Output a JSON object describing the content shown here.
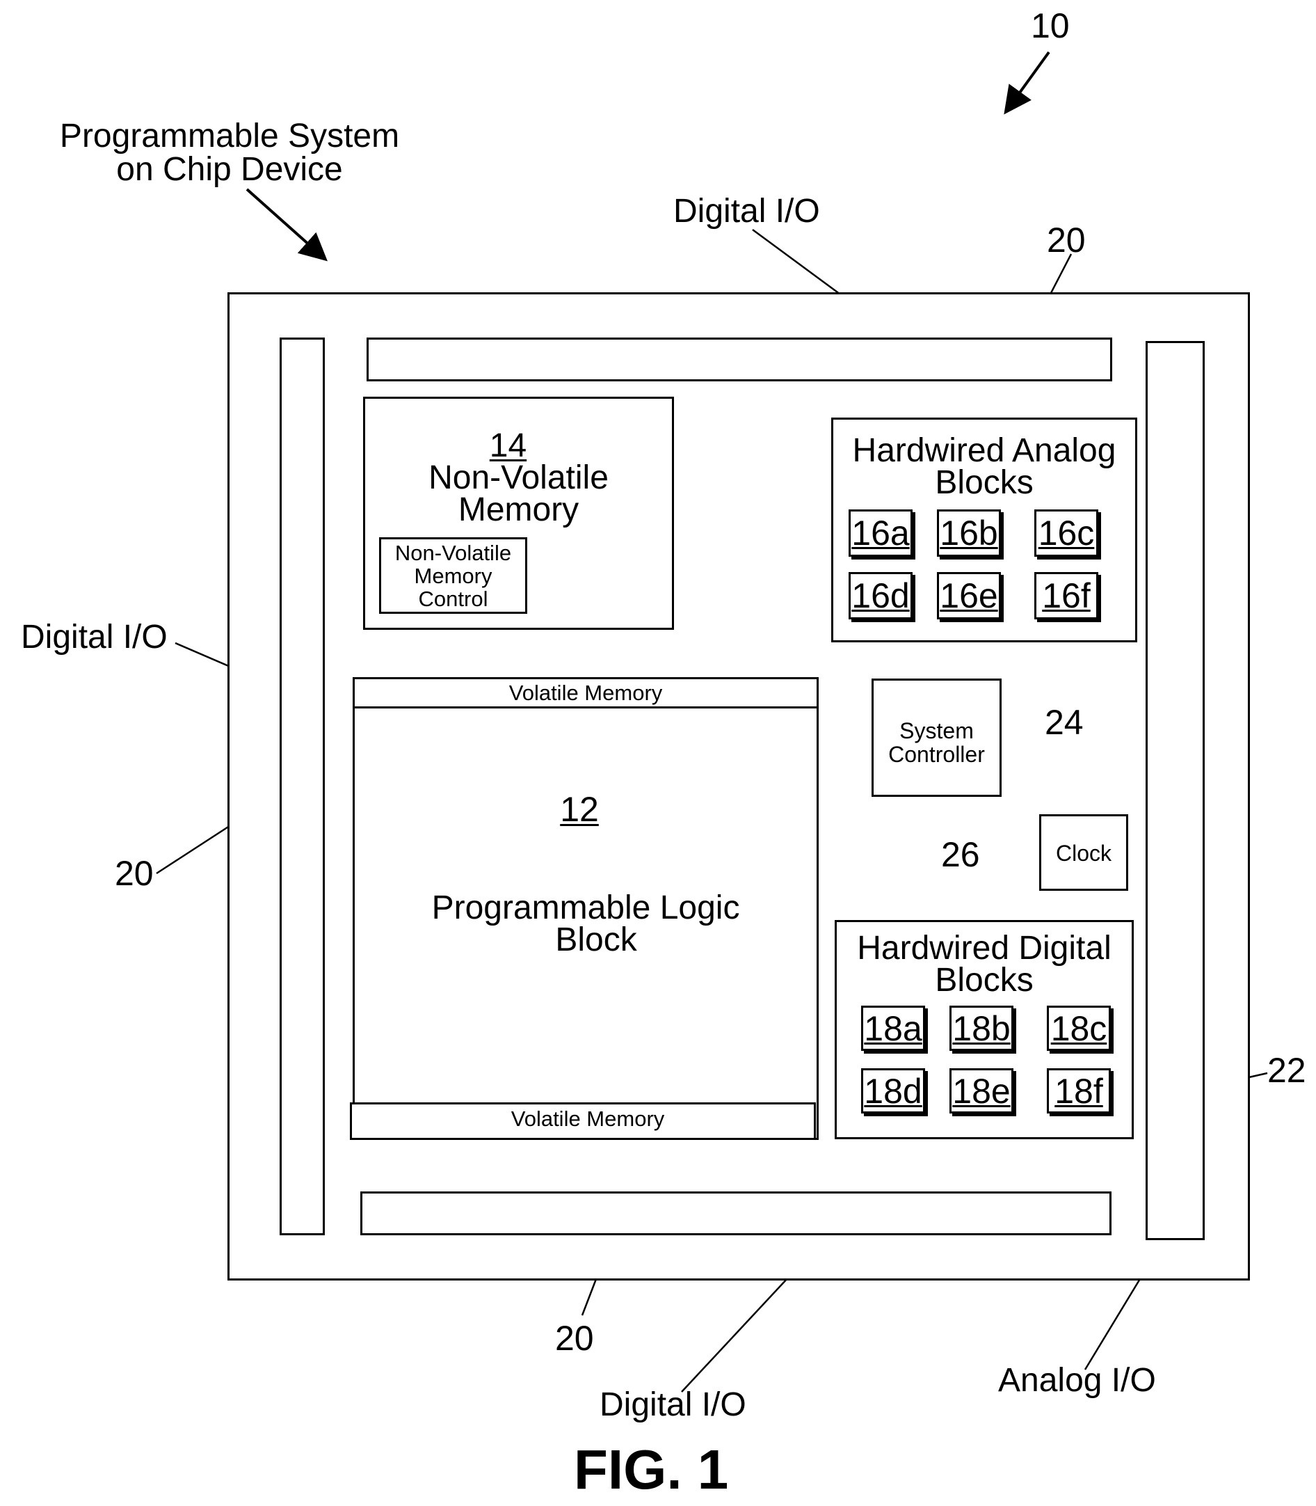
{
  "figure": {
    "ref_10": "10",
    "device_label_line1": "Programmable System",
    "device_label_line2": "on Chip Device",
    "caption": "FIG. 1"
  },
  "io": {
    "digital_top": "Digital I/O",
    "digital_left": "Digital I/O",
    "digital_bottom": "Digital I/O",
    "analog": "Analog I/O",
    "ref_20_top": "20",
    "ref_20_left": "20",
    "ref_20_bottom": "20",
    "ref_22": "22"
  },
  "nvm": {
    "ref": "14",
    "title_line1": "Non-Volatile",
    "title_line2": "Memory",
    "control_line1": "Non-Volatile",
    "control_line2": "Memory",
    "control_line3": "Control"
  },
  "plb": {
    "ref": "12",
    "title_line1": "Programmable Logic",
    "title_line2": "Block",
    "volatile_top": "Volatile Memory",
    "volatile_bottom": "Volatile Memory"
  },
  "analog_blocks": {
    "title_line1": "Hardwired Analog",
    "title_line2": "Blocks",
    "items": [
      "16a",
      "16b",
      "16c",
      "16d",
      "16e",
      "16f"
    ]
  },
  "digital_blocks": {
    "title_line1": "Hardwired Digital",
    "title_line2": "Blocks",
    "items": [
      "18a",
      "18b",
      "18c",
      "18d",
      "18e",
      "18f"
    ]
  },
  "controller": {
    "line1": "System",
    "line2": "Controller",
    "ref": "24"
  },
  "clock": {
    "label": "Clock",
    "ref": "26"
  }
}
